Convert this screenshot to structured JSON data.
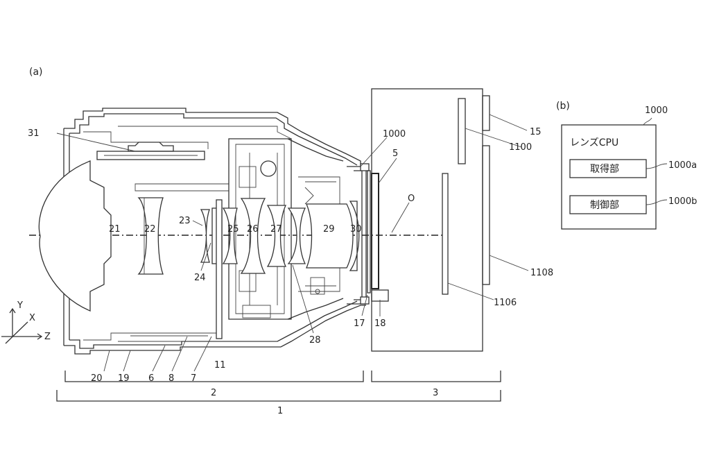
{
  "panel_a_label": "(a)",
  "panel_b_label": "(b)",
  "axes": {
    "y": "Y",
    "x": "X",
    "z": "Z"
  },
  "lens_labels": {
    "l21": "21",
    "l22": "22",
    "l23": "23",
    "l24": "24",
    "l25": "25",
    "l26": "26",
    "l27": "27",
    "l28": "28",
    "l29": "29",
    "l30": "30",
    "l31": "31"
  },
  "part_labels": {
    "p1000": "1000",
    "p5": "5",
    "pO": "O",
    "p17": "17",
    "p18": "18",
    "p20": "20",
    "p19": "19",
    "p6": "6",
    "p8": "8",
    "p7": "7",
    "p11": "11"
  },
  "body_labels": {
    "p15": "15",
    "p1100": "1100",
    "p1108": "1108",
    "p1106": "1106"
  },
  "brackets": {
    "b2": "2",
    "b3": "3",
    "b1": "1"
  },
  "block": {
    "id_label": "1000",
    "title": "レンズCPU",
    "unit_a": "取得部",
    "unit_a_ref": "1000a",
    "unit_b": "制御部",
    "unit_b_ref": "1000b"
  }
}
